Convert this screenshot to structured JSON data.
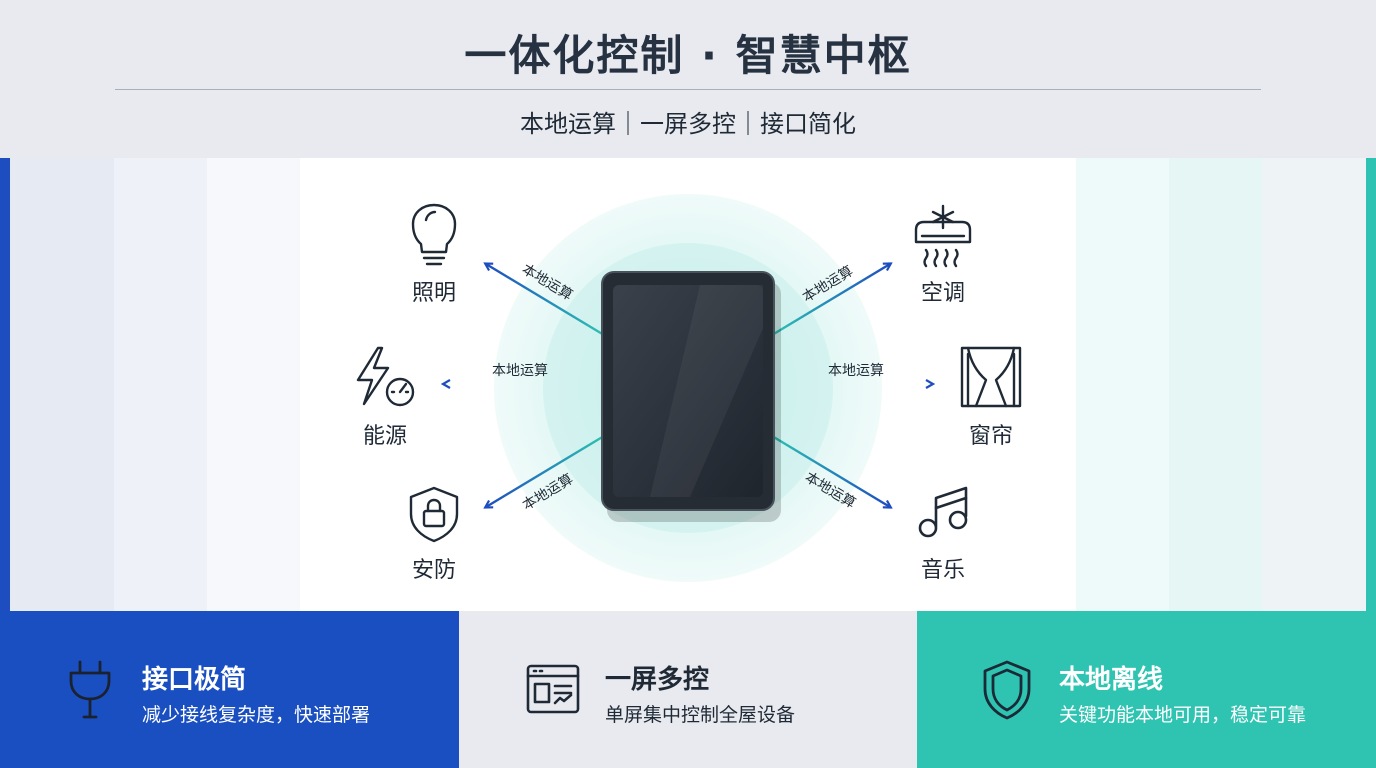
{
  "header": {
    "title": "一体化控制 · 智慧中枢",
    "subtitle": "本地运算｜一屏多控｜接口简化"
  },
  "diagram": {
    "arrow_label": "本地运算",
    "devices": [
      {
        "id": "lighting",
        "label": "照明",
        "icon": "lightbulb-icon"
      },
      {
        "id": "energy",
        "label": "能源",
        "icon": "energy-icon"
      },
      {
        "id": "security",
        "label": "安防",
        "icon": "shield-lock-icon"
      },
      {
        "id": "aircon",
        "label": "空调",
        "icon": "air-conditioner-icon"
      },
      {
        "id": "curtain",
        "label": "窗帘",
        "icon": "curtain-icon"
      },
      {
        "id": "music",
        "label": "音乐",
        "icon": "music-note-icon"
      }
    ],
    "colors": {
      "arrow": "#1d4dbf",
      "glow": "#2dc2b2"
    }
  },
  "cards": [
    {
      "title": "接口极简",
      "desc": "减少接线复杂度，快速部署",
      "icon": "plug-icon",
      "bg": "#1a4fc1"
    },
    {
      "title": "一屏多控",
      "desc": "单屏集中控制全屋设备",
      "icon": "dashboard-icon",
      "bg": "#e8eaef"
    },
    {
      "title": "本地离线",
      "desc": "关键功能本地可用，稳定可靠",
      "icon": "shield-icon",
      "bg": "#2fc4b1"
    }
  ]
}
